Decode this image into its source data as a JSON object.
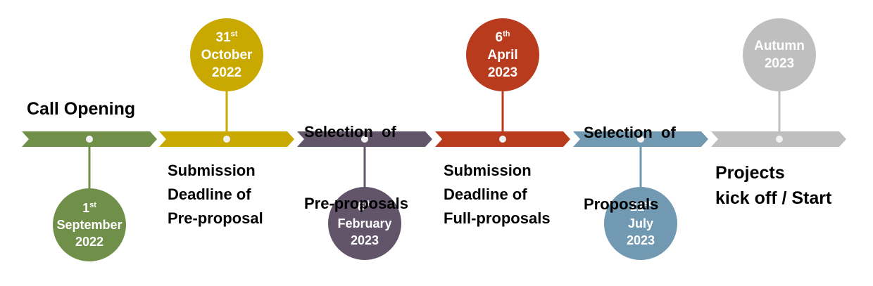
{
  "colors": {
    "green": "#70904a",
    "yellow": "#c9a800",
    "purple": "#62556a",
    "red": "#b83b1e",
    "blue": "#7199b2",
    "gray": "#bfbfbf",
    "dot": "#f2f2f2"
  },
  "labels": {
    "call_opening": "Call Opening",
    "submission_pre": [
      "Submission",
      "Deadline of",
      "Pre-proposal"
    ],
    "selection_pre": [
      "Selection  of",
      "Pre-proposals"
    ],
    "submission_full": [
      "Submission",
      "Deadline of",
      "Full-proposals"
    ],
    "selection_full": [
      "Selection  of",
      "Proposals"
    ],
    "projects": [
      "Projects",
      "kick off / Start"
    ]
  },
  "dates": {
    "d1": {
      "day": "1",
      "sup": "st",
      "line2": "September",
      "line3": "2022"
    },
    "d2": {
      "day": "31",
      "sup": "st",
      "line2": "October",
      "line3": "2022"
    },
    "d3": {
      "day": "6",
      "sup": "th",
      "line2": "February",
      "line3": "2023"
    },
    "d4": {
      "day": "6",
      "sup": "th",
      "line2": "April",
      "line3": "2023"
    },
    "d5": {
      "day": "21",
      "sup": "st",
      "line2": "July",
      "line3": "2023"
    },
    "d6": {
      "line1": "Autumn",
      "line2": "2023"
    }
  }
}
